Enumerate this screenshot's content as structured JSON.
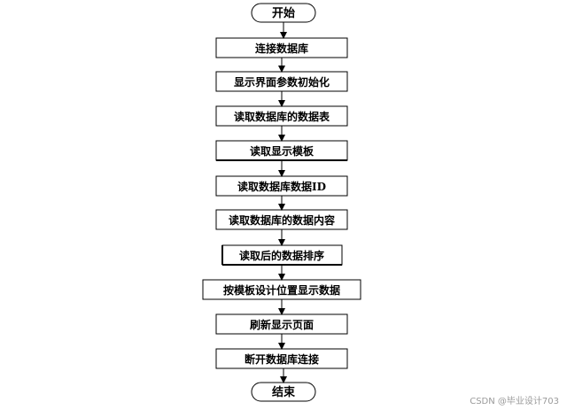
{
  "flowchart": {
    "start": "开始",
    "steps": [
      "连接数据库",
      "显示界面参数初始化",
      "读取数据库的数据表",
      "读取显示模板",
      "读取数据库数据ID",
      "读取数据库的数据内容",
      "读取后的数据排序",
      "按模板设计位置显示数据",
      "刷新显示页面",
      "断开数据库连接"
    ],
    "end": "结束"
  },
  "watermark": "CSDN @毕业设计703"
}
